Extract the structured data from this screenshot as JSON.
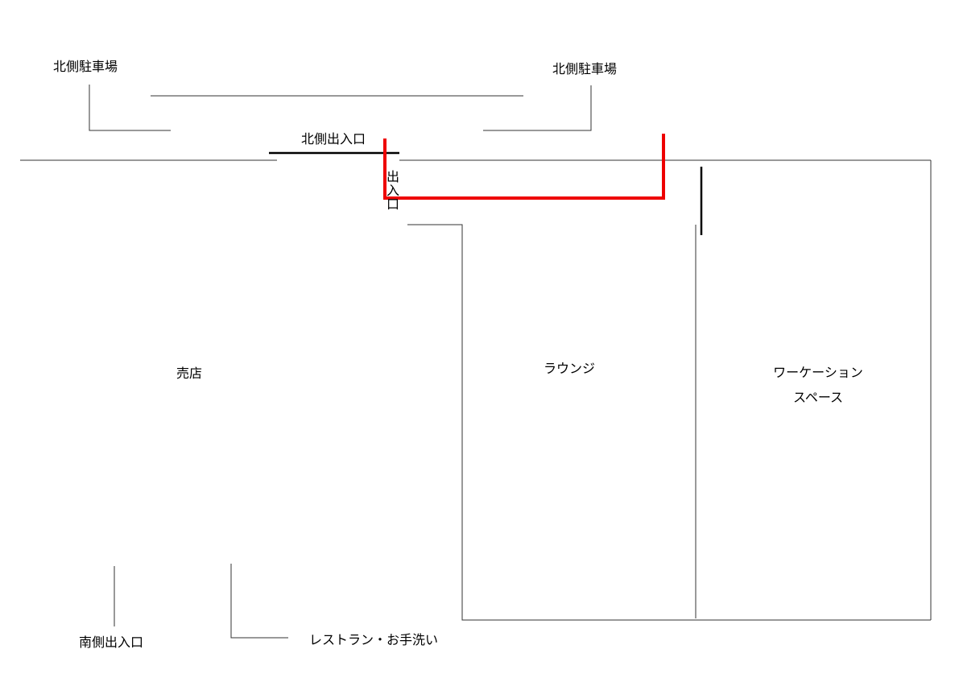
{
  "labels": {
    "north_parking_left": "北側駐車場",
    "north_parking_right": "北側駐車場",
    "north_entrance": "北側出入口",
    "door_entrance": "出入口",
    "shop": "売店",
    "lounge": "ラウンジ",
    "workation_line1": "ワーケーション",
    "workation_line2": "スペース",
    "south_entrance": "南側出入口",
    "restaurant": "レストラン・お手洗い"
  },
  "colors": {
    "wall": "#000000",
    "thin_line": "#333333",
    "route": "#ee0000"
  }
}
